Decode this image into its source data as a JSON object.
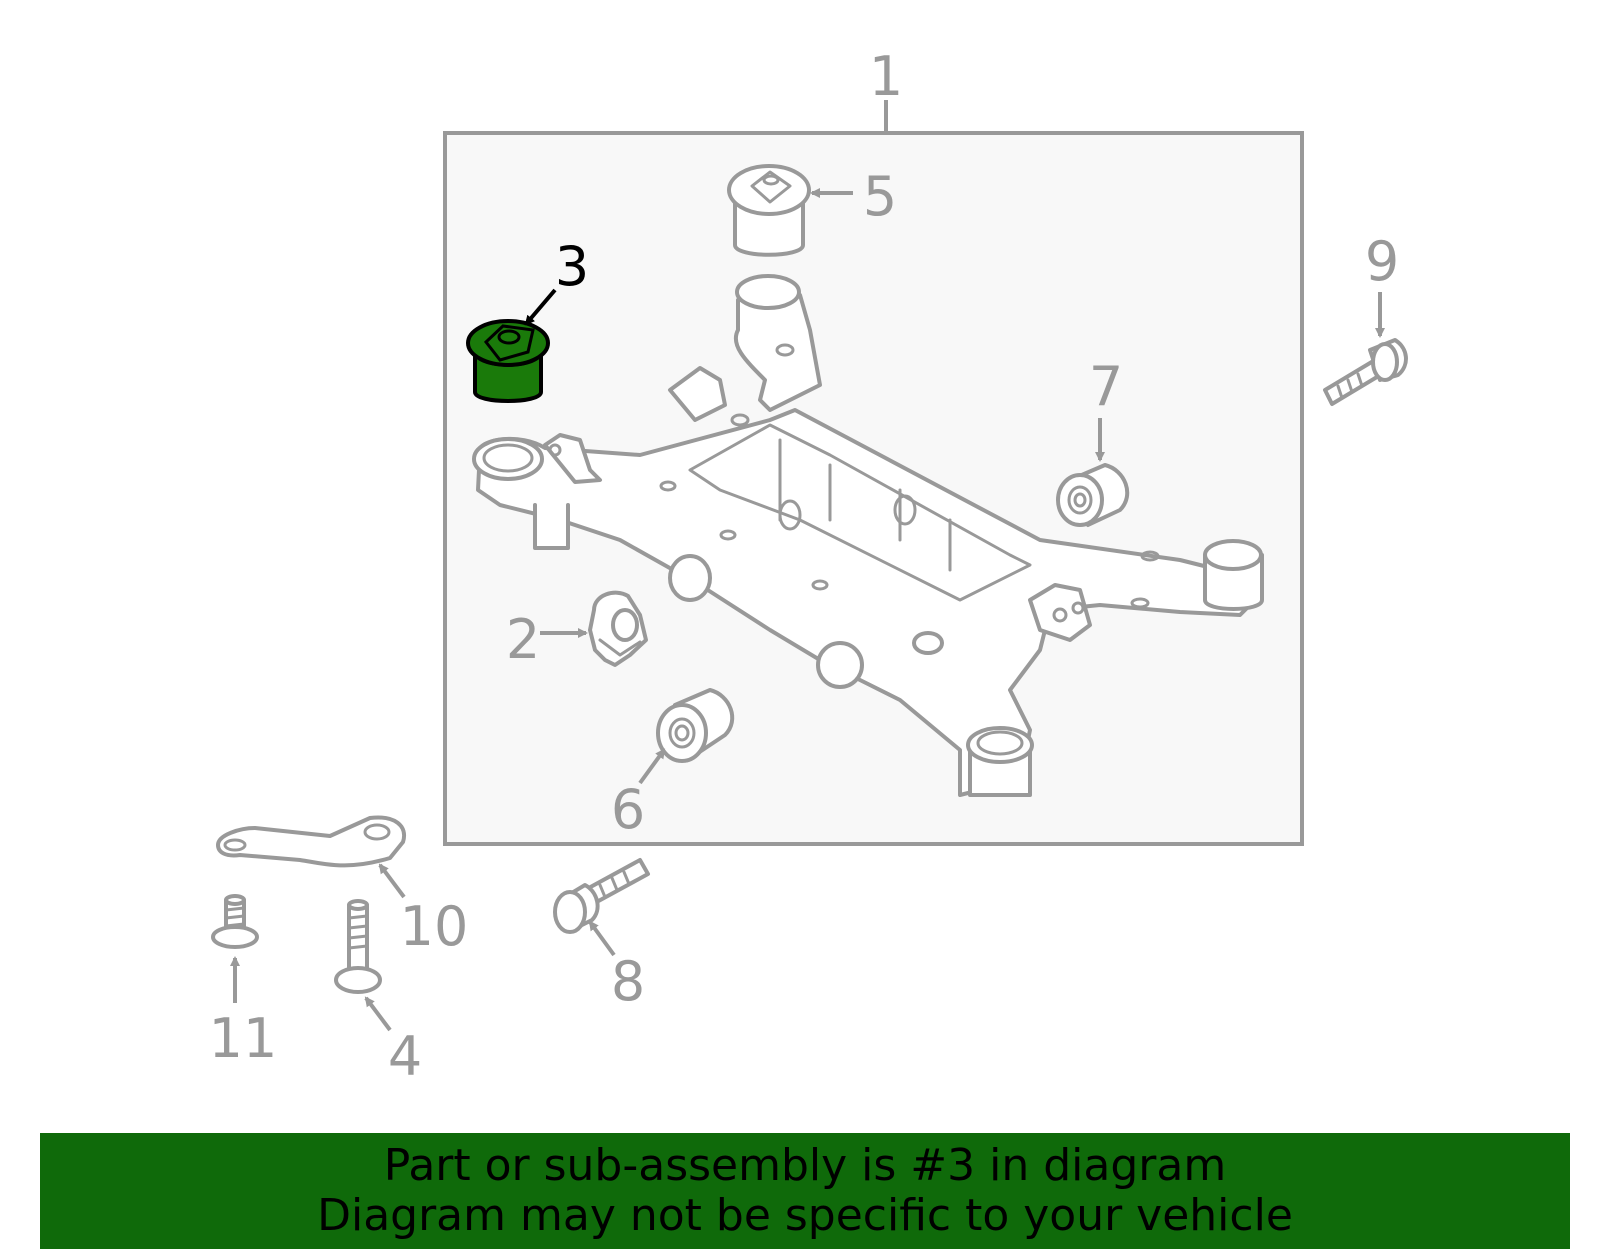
{
  "diagram": {
    "selected_callout": "3",
    "callouts": {
      "c1": "1",
      "c2": "2",
      "c3": "3",
      "c4": "4",
      "c5": "5",
      "c6": "6",
      "c7": "7",
      "c8": "8",
      "c9": "9",
      "c10": "10",
      "c11": "11"
    },
    "colors": {
      "highlight_part": "#1a7a0a",
      "banner": "#0f6a0a",
      "line_art": "#999999",
      "assembly_box": "#f8f8f8"
    }
  },
  "banner": {
    "line1": "Part or sub-assembly is #3 in diagram",
    "line2": "Diagram may not be specific to your vehicle"
  }
}
